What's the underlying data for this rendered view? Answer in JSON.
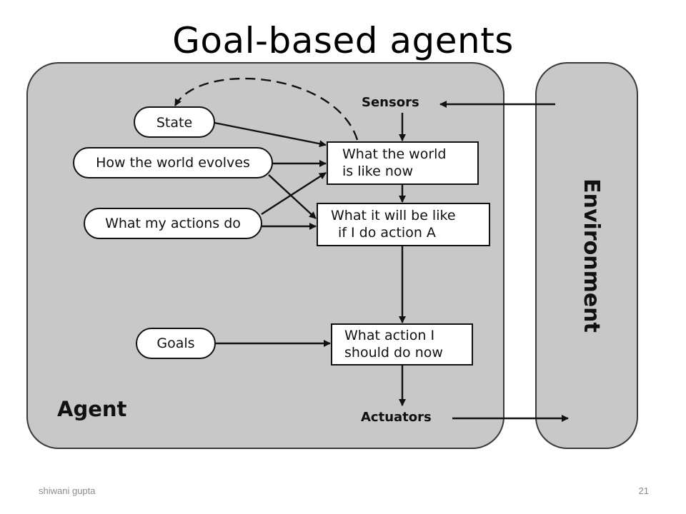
{
  "slide": {
    "title": "Goal-based agents",
    "footer_author": "shiwani gupta",
    "page_number": "21"
  },
  "diagram": {
    "agent_label": "Agent",
    "environment_label": "Environment",
    "sensors_label": "Sensors",
    "actuators_label": "Actuators",
    "ovals": {
      "state": "State",
      "world_evolves": "How the world evolves",
      "actions_do": "What my actions do",
      "goals": "Goals"
    },
    "boxes": {
      "world_now": [
        "What the world",
        "is like now"
      ],
      "will_be": [
        "What it will be like",
        "if I do action A"
      ],
      "action": [
        "What action I",
        "should do now"
      ]
    },
    "colors": {
      "panel_fill": "#c8c8c8",
      "panel_stroke": "#3a3a3a",
      "node_fill": "#ffffff",
      "line": "#111111"
    }
  }
}
